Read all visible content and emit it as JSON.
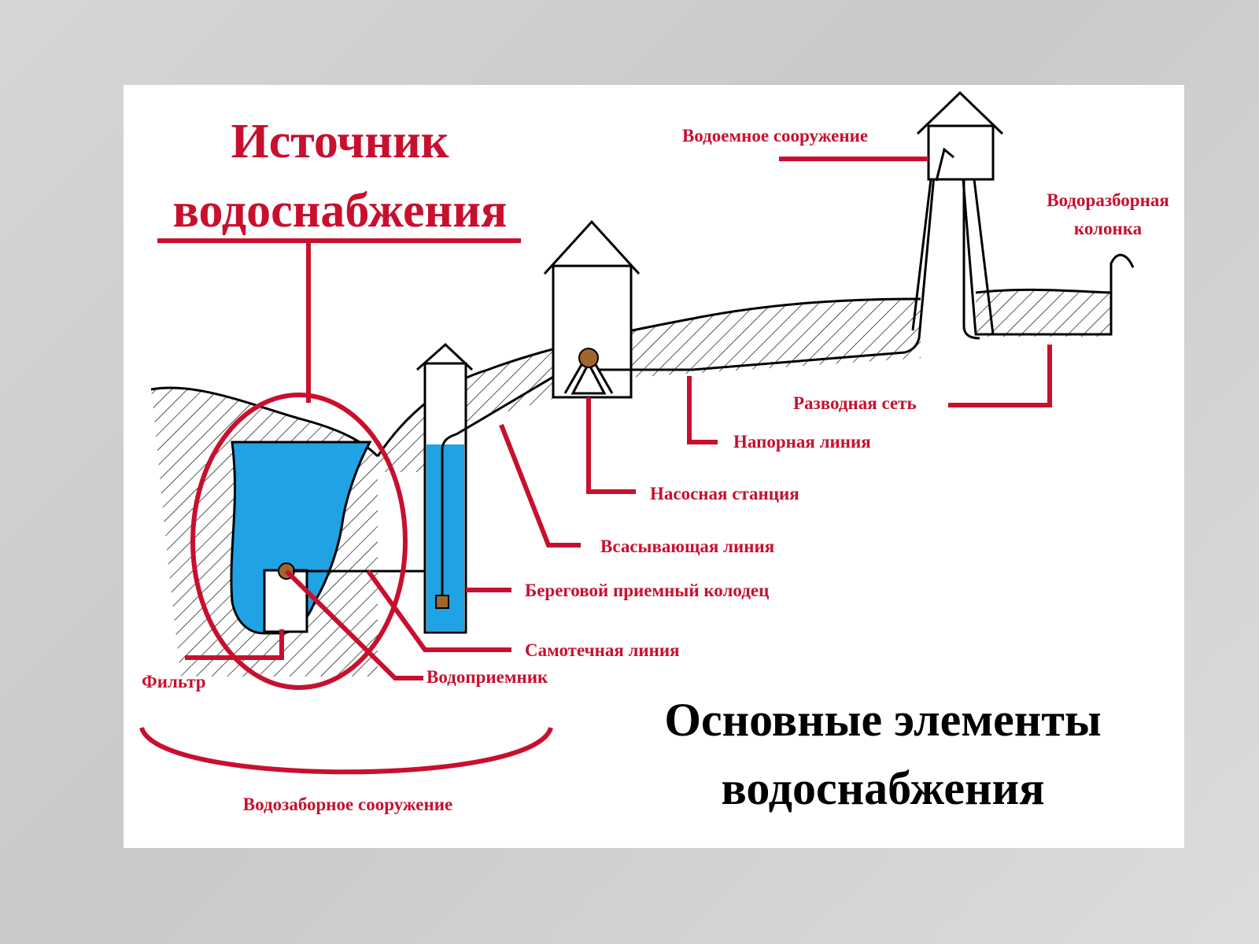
{
  "source_title": {
    "line1": "Источник",
    "line2": "водоснабжения"
  },
  "main_title": {
    "line1": "Основные элементы",
    "line2": "водоснабжения"
  },
  "labels": {
    "reservoir_structure": "Водоемное сооружение",
    "hydrant_line1": "Водоразборная",
    "hydrant_line2": "колонка",
    "distribution_network": "Разводная сеть",
    "pressure_line": "Напорная линия",
    "pumping_station": "Насосная станция",
    "suction_line": "Всасывающая линия",
    "shore_well": "Береговой приемный колодец",
    "gravity_line": "Самотечная линия",
    "water_intake": "Водоприемник",
    "filter": "Фильтр",
    "intake_structure": "Водозаборное сооружение"
  },
  "colors": {
    "accent_red": "#c8102e",
    "water_blue": "#1fa3e4",
    "outline": "#000000",
    "panel": "#ffffff",
    "valve_brown": "#a0662b"
  }
}
